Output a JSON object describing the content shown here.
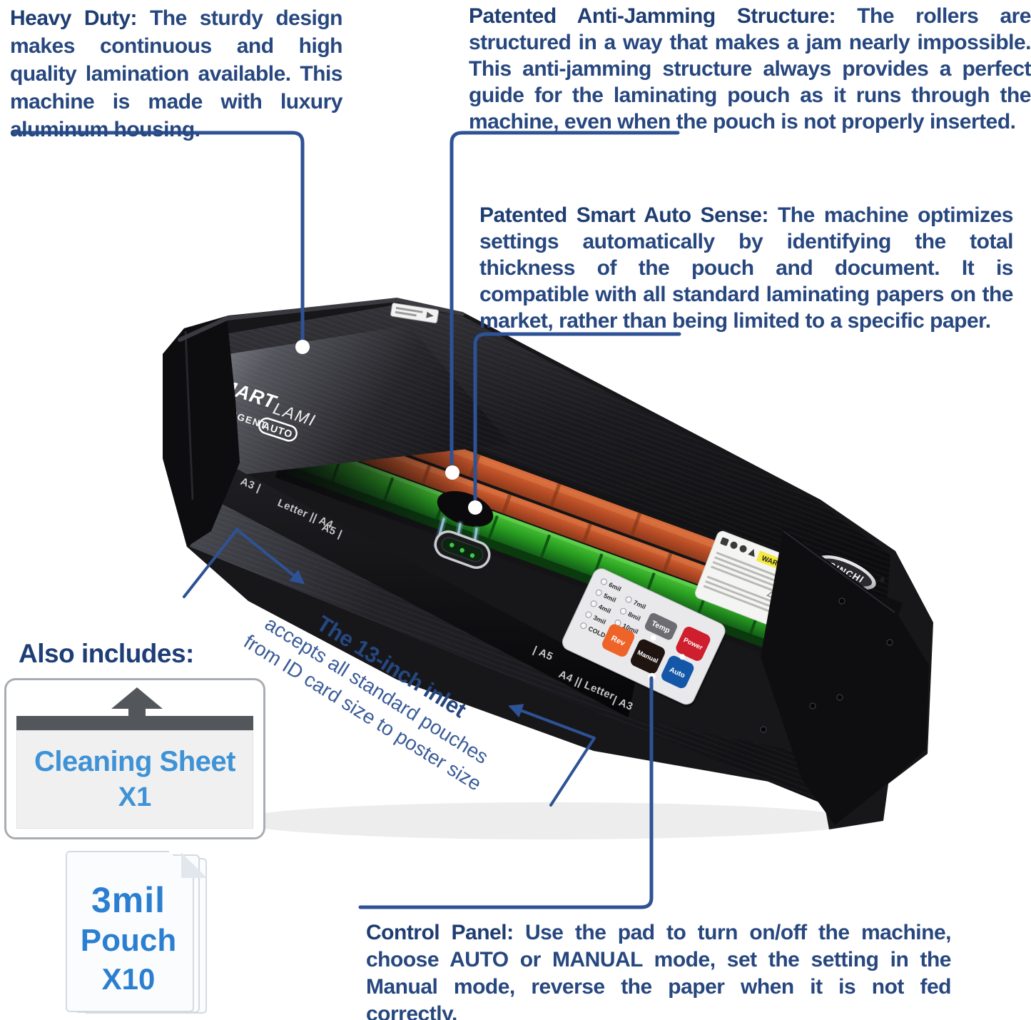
{
  "colors": {
    "accent_line_blue": "#2e5296",
    "text_navy": "#27477f",
    "light_blue": "#3e92d5",
    "pouch_blue": "#2b7fd0",
    "roller_orange": "#c2552b",
    "strip_green": "#2fa626",
    "btn_rev_orange": "#ee6327",
    "btn_power_red": "#cf1e2d",
    "btn_auto_blue": "#1457a8"
  },
  "callouts": {
    "heavy_duty": {
      "title": "Heavy Duty:",
      "body": "The sturdy design makes continuous and high quality lamination available. This machine is made with luxury aluminum housing."
    },
    "anti_jamming": {
      "title": "Patented Anti-Jamming Structure:",
      "body": "The rollers are structured in a way that makes a jam nearly impossible. This anti-jamming structure always provides a perfect guide for the laminating pouch as it runs through the machine, even when the pouch is not properly inserted."
    },
    "smart_auto_sense": {
      "title": "Patented Smart Auto Sense:",
      "body": "The machine optimizes settings automatically by identifying the total thickness of the pouch and document. It is compatible with all standard laminating papers on the market, rather than being limited to a specific paper."
    },
    "control_panel": {
      "title": "Control Panel:",
      "body": "Use the pad to turn on/off the machine, choose AUTO or MANUAL mode, set the setting in the Manual mode, reverse the paper when it is not fed correctly."
    },
    "inlet": {
      "title": "The 13-inch inlet",
      "line2": "accepts all standard pouches",
      "line3": "from ID card size to poster size"
    }
  },
  "includes": {
    "heading": "Also includes:",
    "cleaning_sheet_label": "Cleaning Sheet",
    "cleaning_sheet_qty": "X1",
    "pouch_mil": "3mil",
    "pouch_label": "Pouch",
    "pouch_qty": "X10"
  },
  "machine": {
    "brand_word1": "SMART",
    "brand_word2": "LAMI",
    "brand_sub": "INTELLIGENT",
    "brand_badge": "AUTO",
    "logo": "SINCHI",
    "logo_reg": "®",
    "warning_title": "WARNING",
    "size_marks_left": [
      "A3 |",
      "Letter || A4",
      "A5 |"
    ],
    "size_marks_right": [
      "| A5",
      "A4 || Letter",
      "| A3"
    ],
    "panel": {
      "led_col1": [
        "6mil",
        "5mil",
        "4mil",
        "3mil",
        "COLD"
      ],
      "led_col2": [
        "7mil",
        "8mil",
        "10mil"
      ],
      "btn_rev": "Rev",
      "btn_temp": "Temp",
      "btn_manual": "Manual",
      "btn_power": "Power",
      "btn_auto": "Auto"
    }
  }
}
